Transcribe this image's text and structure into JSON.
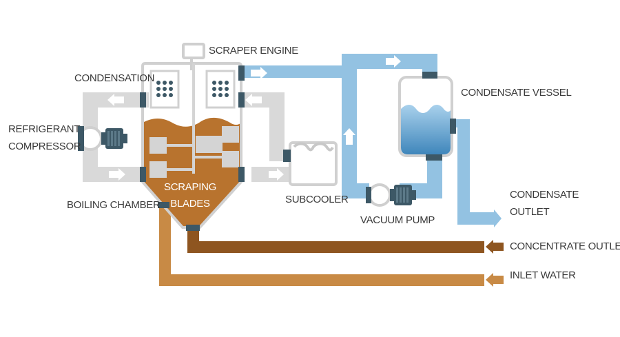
{
  "labels": {
    "scraper_engine": "SCRAPER ENGINE",
    "condensation": "CONDENSATION",
    "refrigerant_compressor_line1": "REFRIGERANT",
    "refrigerant_compressor_line2": "COMPRESSOR",
    "boiling_chamber": "BOILING CHAMBER",
    "scraping_blades_line1": "SCRAPING",
    "scraping_blades_line2": "BLADES",
    "subcooler": "SUBCOOLER",
    "condensate_vessel": "CONDENSATE VESSEL",
    "vacuum_pump": "VACUUM PUMP",
    "condensate_outlet_line1": "CONDENSATE",
    "condensate_outlet_line2": "OUTLET",
    "concentrate_outlet": "CONCENTRATE OUTLET",
    "inlet_water": "INLET WATER"
  },
  "colors": {
    "refrigerant_pipe": "#d9d9d9",
    "vapor_pipe": "#93c2e2",
    "condensate_liquid": "#5d9fcd",
    "concentrate_pipe": "#8e5520",
    "inlet_pipe": "#c88a45",
    "chamber_fill": "#b8732e",
    "blade": "#d4d4d4",
    "flange": "#3d5866",
    "outline": "#cfcfcf"
  },
  "icons": [
    "flow-arrow-icon",
    "compressor-icon",
    "pump-icon",
    "subcooler-icon",
    "motor-icon"
  ]
}
